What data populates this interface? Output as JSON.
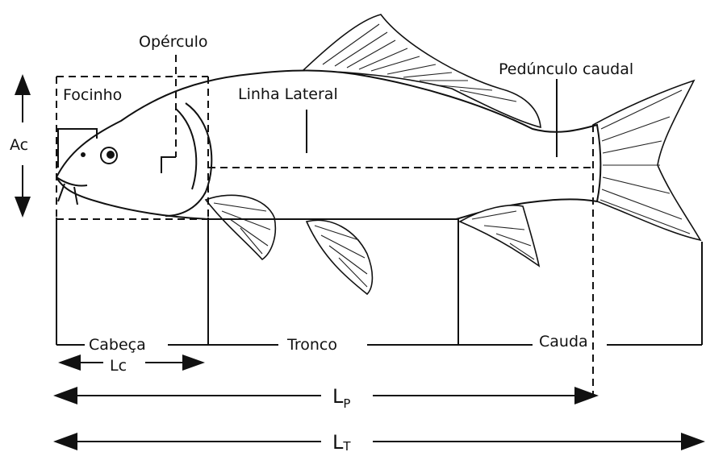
{
  "labels": {
    "operculo": "Opérculo",
    "pedunculo": "Pedúnculo caudal",
    "focinho": "Focinho",
    "linha_lateral": "Linha Lateral",
    "ac": "Ac",
    "cabeca": "Cabeça",
    "tronco": "Tronco",
    "cauda": "Cauda",
    "lc": "Lc",
    "lp_main": "L",
    "lp_sub": "P",
    "lt_main": "L",
    "lt_sub": "T"
  },
  "colors": {
    "ink": "#111111",
    "background": "#ffffff"
  }
}
